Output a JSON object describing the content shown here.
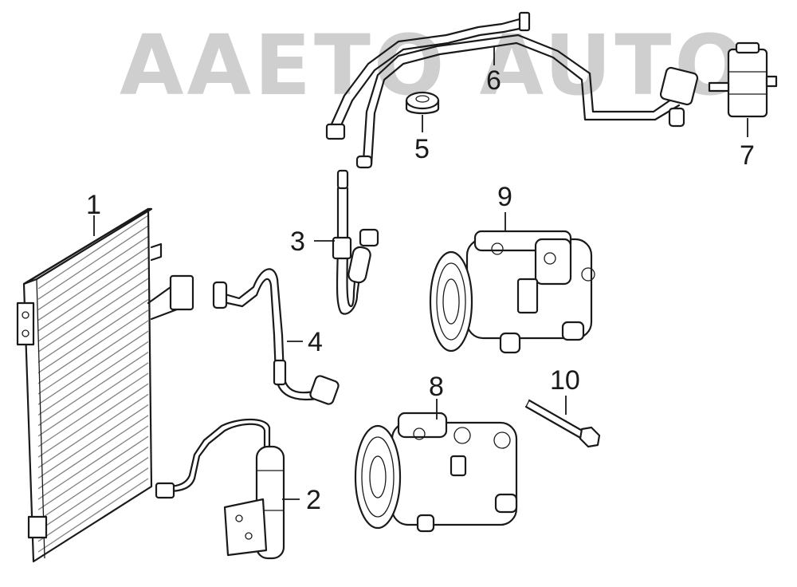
{
  "watermark": "AAETO AUTO",
  "callouts": [
    {
      "id": "1",
      "label": "1"
    },
    {
      "id": "2",
      "label": "2"
    },
    {
      "id": "3",
      "label": "3"
    },
    {
      "id": "4",
      "label": "4"
    },
    {
      "id": "5",
      "label": "5"
    },
    {
      "id": "6",
      "label": "6"
    },
    {
      "id": "7",
      "label": "7"
    },
    {
      "id": "8",
      "label": "8"
    },
    {
      "id": "9",
      "label": "9"
    },
    {
      "id": "10",
      "label": "10"
    }
  ],
  "colors": {
    "line": "#1a1a1a",
    "watermark": "#cfcfcf",
    "background": "#ffffff"
  }
}
